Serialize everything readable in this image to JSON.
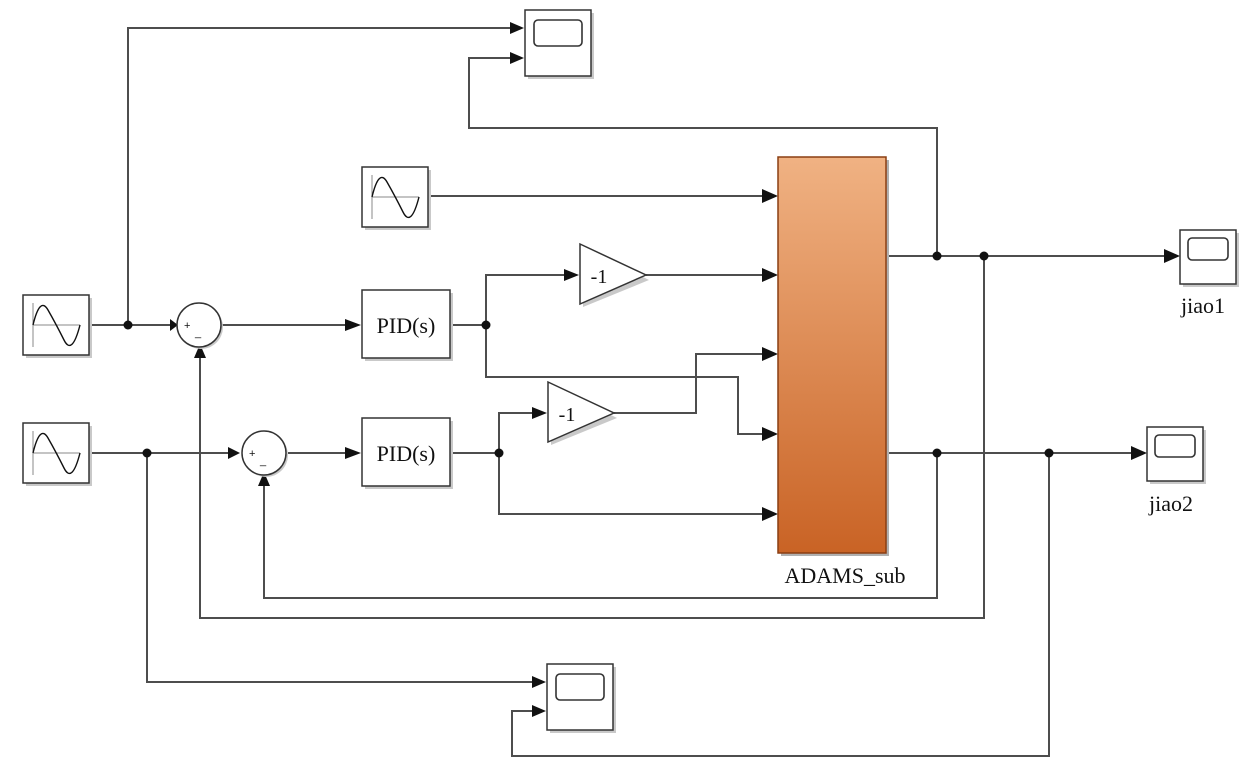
{
  "blocks": {
    "pid_top": "PID(s)",
    "pid_bottom": "PID(s)",
    "gain_top": "-1",
    "gain_bottom": "-1",
    "subsystem": "ADAMS_sub",
    "scope_jiao1": "jiao1",
    "scope_jiao2": "jiao2"
  },
  "sums": {
    "top_plus": "+",
    "top_minus": "_",
    "bottom_plus": "+",
    "bottom_minus": "_"
  },
  "colors": {
    "subsystem_top": "#f0b283",
    "subsystem_bottom": "#c96325",
    "wire": "#4d4d4d"
  },
  "icons": {
    "source": "sine-wave-icon",
    "scope": "scope-icon"
  }
}
